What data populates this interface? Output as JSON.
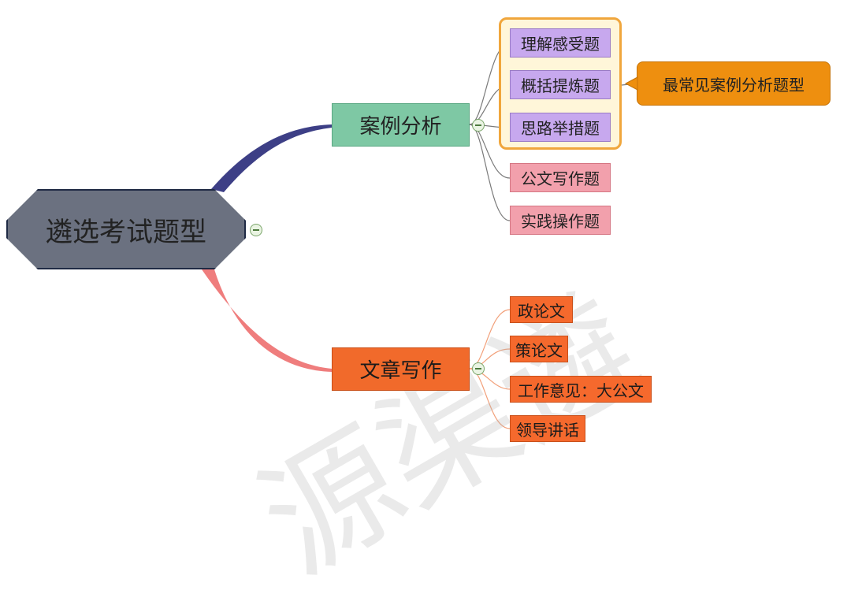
{
  "root": {
    "label": "遴选考试题型"
  },
  "branches": [
    {
      "label": "案例分析",
      "group_items": [
        "理解感受题",
        "概括提炼题",
        "思路举措题"
      ],
      "other_items": [
        "公文写作题",
        "实践操作题"
      ],
      "callout": "最常见案例分析题型"
    },
    {
      "label": "文章写作",
      "items": [
        "政论文",
        "策论文",
        "工作意见：大公文",
        "领导讲话"
      ]
    }
  ],
  "watermark": "源渠遴",
  "colors": {
    "root_fill": "#6b7180",
    "case_branch": "#7ec8a4",
    "writing_branch": "#f16a2b",
    "group_items": "#c7a8ee",
    "other_items": "#f2a0ac",
    "callout": "#ee8f0f",
    "connector_top": "#3d3f86",
    "connector_bottom": "#ef7d7d"
  }
}
